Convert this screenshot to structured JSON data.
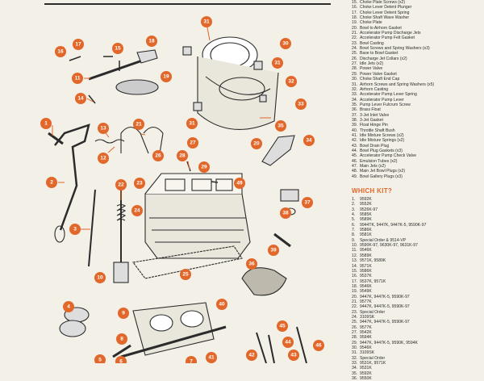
{
  "parts": [
    {
      "num": "15.",
      "name": "Choke Plate Screws (x2)"
    },
    {
      "num": "16.",
      "name": "Choke Lever Detent Plunger"
    },
    {
      "num": "17.",
      "name": "Choke Lever Detent Spring"
    },
    {
      "num": "18.",
      "name": "Choke Shaft Wave Washer"
    },
    {
      "num": "19.",
      "name": "Choke Plate"
    },
    {
      "num": "20.",
      "name": "Bowl to Airhorn Gasket"
    },
    {
      "num": "21.",
      "name": "Accelerator Pump Discharge Jets"
    },
    {
      "num": "22.",
      "name": "Accelerator Pump Felt Gasket"
    },
    {
      "num": "23.",
      "name": "Bowl Casting"
    },
    {
      "num": "24.",
      "name": "Bowl Screws and Spring Washers (x3)"
    },
    {
      "num": "25.",
      "name": "Base to Bowl Gasket"
    },
    {
      "num": "26.",
      "name": "Discharge Jet Collars (x2)"
    },
    {
      "num": "27.",
      "name": "Idle Jets (x2)"
    },
    {
      "num": "28.",
      "name": "Power Valve"
    },
    {
      "num": "29.",
      "name": "Power Valve Gasket"
    },
    {
      "num": "30.",
      "name": "Choke Shaft End Cap"
    },
    {
      "num": "31.",
      "name": "Airhorn Screws and Spring Washers (x5)"
    },
    {
      "num": "32.",
      "name": "Airhorn Casting"
    },
    {
      "num": "33.",
      "name": "Accelerator Pump Lever Spring"
    },
    {
      "num": "34.",
      "name": "Accelerator Pump Lever"
    },
    {
      "num": "35.",
      "name": "Pump Lever Fulcrum Screw"
    },
    {
      "num": "36.",
      "name": "Brass Float"
    },
    {
      "num": "37.",
      "name": "3-Jet Inlet Valve"
    },
    {
      "num": "38.",
      "name": "3-Jet Gasket"
    },
    {
      "num": "39.",
      "name": "Float Hinge Pin"
    },
    {
      "num": "40.",
      "name": "Throttle Shaft Bush"
    },
    {
      "num": "41.",
      "name": "Idle Mixture Screws (x2)"
    },
    {
      "num": "42.",
      "name": "Idle Mixture Springs (x2)"
    },
    {
      "num": "43.",
      "name": "Bowl Drain Plug"
    },
    {
      "num": "44.",
      "name": "Bowl Plug Gaskets (x3)"
    },
    {
      "num": "45.",
      "name": "Accelerator Pump Check Valve"
    },
    {
      "num": "46.",
      "name": "Emulsion Tubes (x2)"
    },
    {
      "num": "47.",
      "name": "Main Jets (x2)"
    },
    {
      "num": "48.",
      "name": "Main Jet Bowl Plugs (x2)"
    },
    {
      "num": "49.",
      "name": "Bowl Gallery Plugs (x3)"
    }
  ],
  "kit_title": "WHICH KIT?",
  "kits": [
    {
      "num": "1.",
      "code": "9592K"
    },
    {
      "num": "2.",
      "code": "9552K"
    },
    {
      "num": "3.",
      "code": "9526K-97"
    },
    {
      "num": "4.",
      "code": "9585K"
    },
    {
      "num": "5.",
      "code": "9589K"
    },
    {
      "num": "6.",
      "code": "9944TK, 9447K, 9447K-5, 9590K-97"
    },
    {
      "num": "7.",
      "code": "9586K"
    },
    {
      "num": "8.",
      "code": "9581K"
    },
    {
      "num": "9.",
      "code": "Special Order & 9514-VP"
    },
    {
      "num": "10.",
      "code": "9590K-97, 9630K-97, 9631K-97"
    },
    {
      "num": "11.",
      "code": "9546K"
    },
    {
      "num": "12.",
      "code": "9589K"
    },
    {
      "num": "13.",
      "code": "9571K, 9589K"
    },
    {
      "num": "14.",
      "code": "9571K"
    },
    {
      "num": "15.",
      "code": "9586K"
    },
    {
      "num": "16.",
      "code": "9537K"
    },
    {
      "num": "17.",
      "code": "9537K, 9571K"
    },
    {
      "num": "18.",
      "code": "9546K"
    },
    {
      "num": "19.",
      "code": "9549K"
    },
    {
      "num": "20.",
      "code": "9447K, 9447K-5, 9590K-97"
    },
    {
      "num": "21.",
      "code": "9577K"
    },
    {
      "num": "22.",
      "code": "9447K, 9447K-5, 9590K-97"
    },
    {
      "num": "23.",
      "code": "Special Order"
    },
    {
      "num": "24.",
      "code": "3109SK"
    },
    {
      "num": "25.",
      "code": "9447K, 9447K-5, 9590K-97"
    },
    {
      "num": "26.",
      "code": "9577K"
    },
    {
      "num": "27.",
      "code": "9542K"
    },
    {
      "num": "28.",
      "code": "9594K"
    },
    {
      "num": "29.",
      "code": "9447K, 9447K-5, 9590K, 9594K"
    },
    {
      "num": "30.",
      "code": "9546K"
    },
    {
      "num": "31.",
      "code": "3109SK"
    },
    {
      "num": "32.",
      "code": "Special Order"
    },
    {
      "num": "33.",
      "code": "9531K, 9571K"
    },
    {
      "num": "34.",
      "code": "9531K"
    },
    {
      "num": "35.",
      "code": "9592K"
    },
    {
      "num": "36.",
      "code": "9550K"
    }
  ],
  "callouts": [
    {
      "label": "1"
    },
    {
      "label": "2"
    },
    {
      "label": "3"
    },
    {
      "label": "4"
    },
    {
      "label": "5"
    },
    {
      "label": "6"
    },
    {
      "label": "7"
    },
    {
      "label": "8"
    },
    {
      "label": "9"
    },
    {
      "label": "10"
    },
    {
      "label": "11"
    },
    {
      "label": "12"
    },
    {
      "label": "13"
    },
    {
      "label": "14"
    },
    {
      "label": "15"
    },
    {
      "label": "16"
    },
    {
      "label": "17"
    },
    {
      "label": "18"
    },
    {
      "label": "19"
    },
    {
      "label": "20"
    },
    {
      "label": "21"
    },
    {
      "label": "22"
    },
    {
      "label": "23"
    },
    {
      "label": "24"
    },
    {
      "label": "25"
    },
    {
      "label": "26"
    },
    {
      "label": "27"
    },
    {
      "label": "28"
    },
    {
      "label": "29"
    },
    {
      "label": "30"
    },
    {
      "label": "31"
    },
    {
      "label": "31"
    },
    {
      "label": "31"
    },
    {
      "label": "32"
    },
    {
      "label": "33"
    },
    {
      "label": "34"
    },
    {
      "label": "35"
    },
    {
      "label": "36"
    },
    {
      "label": "37"
    },
    {
      "label": "38"
    },
    {
      "label": "39"
    },
    {
      "label": "40"
    },
    {
      "label": "41"
    },
    {
      "label": "42"
    },
    {
      "label": "43"
    },
    {
      "label": "44"
    },
    {
      "label": "45"
    },
    {
      "label": "46"
    },
    {
      "label": "49"
    }
  ],
  "colors": {
    "accent": "#e2672a",
    "ink": "#2b2b2b",
    "paper": "#f3f0e7"
  }
}
